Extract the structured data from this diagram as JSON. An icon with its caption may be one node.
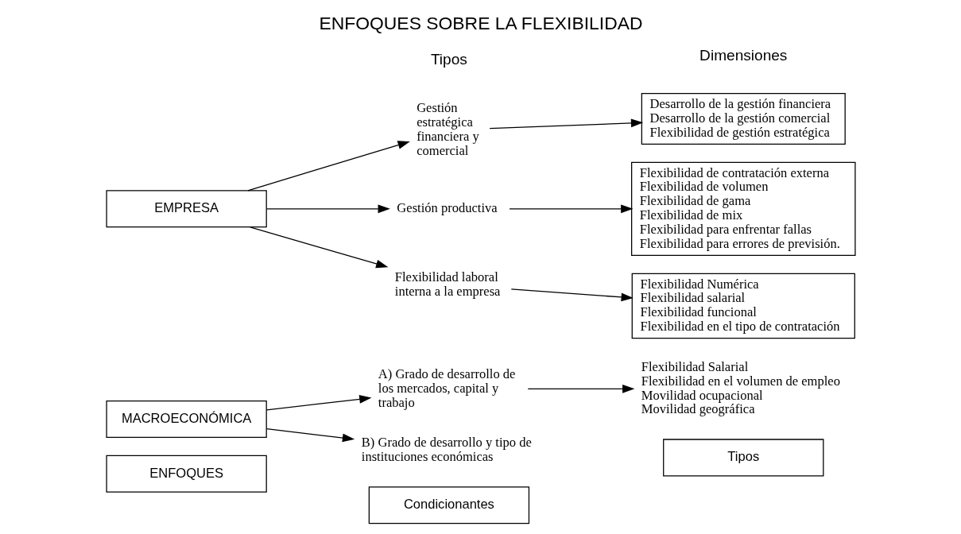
{
  "diagram": {
    "title": "ENFOQUES SOBRE LA FLEXIBILIDAD",
    "nodes": [
      {
        "text": [
          "ENFOQUES"
        ]
      },
      {
        "text": [
          "Condicionantes"
        ]
      },
      {
        "text": [
          "Tipos"
        ]
      },
      {
        "text": [
          "MACROECONÓMICA"
        ]
      },
      {
        "text": [
          "A) Grado de desarrollo de los mercados, capital y trabajo"
        ]
      },
      {
        "text": [
          "B) Grado de desarrollo y tipo de instituciones económicas"
        ]
      },
      {
        "text": [
          "Flexibilidad Salarial",
          "Flexibilidad en el volumen de empleo",
          "Movilidad ocupacional",
          "Movilidad geográfica"
        ]
      },
      {
        "text": [
          "EMPRESA"
        ]
      },
      {
        "text": [
          "Gestión estratégica financiera y comercial"
        ]
      },
      {
        "text": [
          "Gestión productiva"
        ]
      },
      {
        "text": [
          "Flexibilidad laboral interna a la empresa"
        ]
      },
      {
        "text": [
          "Desarrollo de la gestión financiera",
          "Desarrollo de la gestión comercial",
          "Flexibilidad de gestión estratégica"
        ]
      },
      {
        "text": [
          "Flexibilidad de contratación externa",
          "Flexibilidad de volumen",
          "Flexibilidad de gama",
          "Flexibilidad de mix",
          "Flexibilidad para enfrentar fallas",
          "Flexibilidad para errores de previsión."
        ]
      },
      {
        "text": [
          "Flexibilidad Numérica",
          "Flexibilidad salarial",
          "Flexibilidad funcional",
          "Flexibilidad en el tipo de contratación"
        ]
      }
    ],
    "edges": [
      {
        "from": 3,
        "to": 4,
        "arrow": "to"
      },
      {
        "from": 3,
        "to": 5,
        "arrow": "to"
      },
      {
        "from": 4,
        "to": 6,
        "arrow": "to"
      },
      {
        "from": 7,
        "to": 8,
        "arrow": "to"
      },
      {
        "from": 7,
        "to": 9,
        "arrow": "to"
      },
      {
        "from": 7,
        "to": 10,
        "arrow": "to"
      },
      {
        "from": 8,
        "to": 11,
        "arrow": "to"
      },
      {
        "from": 9,
        "to": 12,
        "arrow": "to"
      },
      {
        "from": 10,
        "to": 13,
        "arrow": "to"
      }
    ],
    "labels": [
      "Dimensiones",
      "Tipos"
    ]
  }
}
